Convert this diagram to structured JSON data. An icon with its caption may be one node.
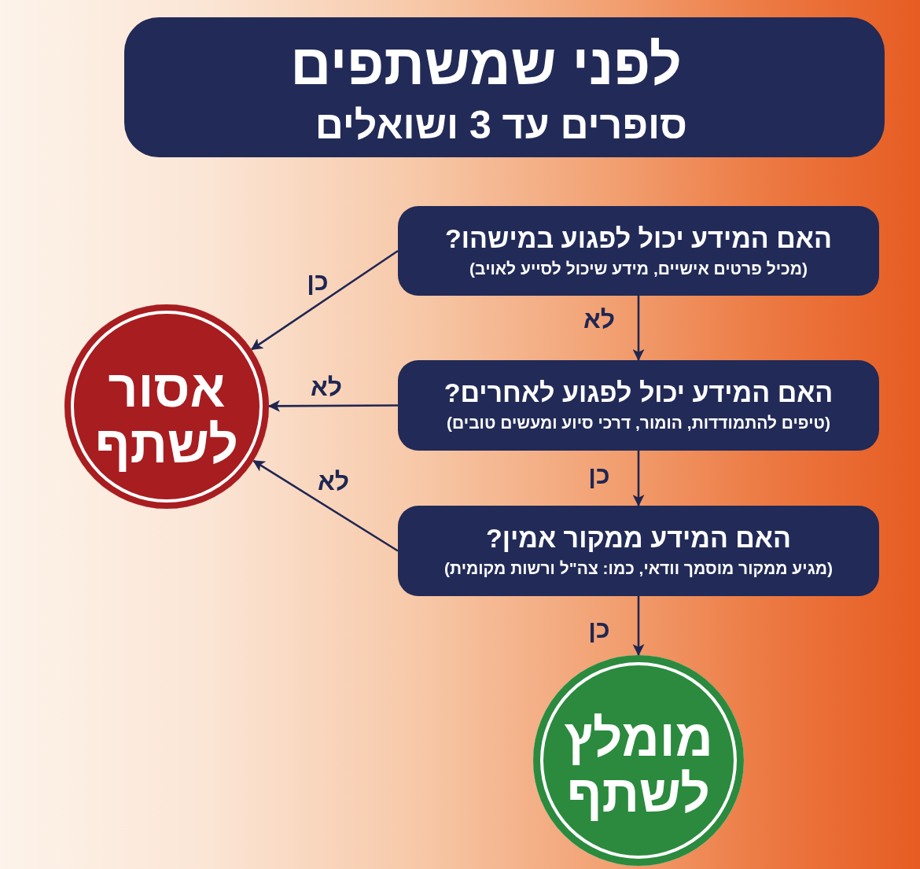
{
  "diagram": {
    "title": "לפני שמשתפים",
    "nodes": [
      {
        "text": [
          "האם המידע יכול לפגוע במישהו?",
          "(מכיל פרטים אישיים, מידע שיכול לסייע לאויב)"
        ]
      },
      {
        "text": [
          "האם המידע יכול לפגוע לאחרים?",
          "(טיפים להתמודדות, הומור, דרכי סיוע ומעשים טובים)"
        ]
      },
      {
        "text": [
          "האם המידע ממקור אמין?",
          "(מגיע ממקור מוסמך וודאי, כמו: צה\"ל ורשות מקומית)"
        ]
      },
      {
        "text": [
          "אסור לשתף"
        ]
      },
      {
        "text": [
          "מומלץ לשתף"
        ]
      }
    ],
    "edges": [
      {
        "from": 0,
        "to": 3,
        "label": "כן",
        "arrow": "to"
      },
      {
        "from": 0,
        "to": 1,
        "label": "לא",
        "arrow": "to"
      },
      {
        "from": 1,
        "to": 3,
        "label": "לא",
        "arrow": "to"
      },
      {
        "from": 1,
        "to": 2,
        "label": "כן",
        "arrow": "to"
      },
      {
        "from": 2,
        "to": 3,
        "label": "לא",
        "arrow": "to"
      },
      {
        "from": 2,
        "to": 4,
        "label": "כן",
        "arrow": "to"
      }
    ],
    "labels": [
      "סופרים עד 3 ושואלים"
    ]
  }
}
